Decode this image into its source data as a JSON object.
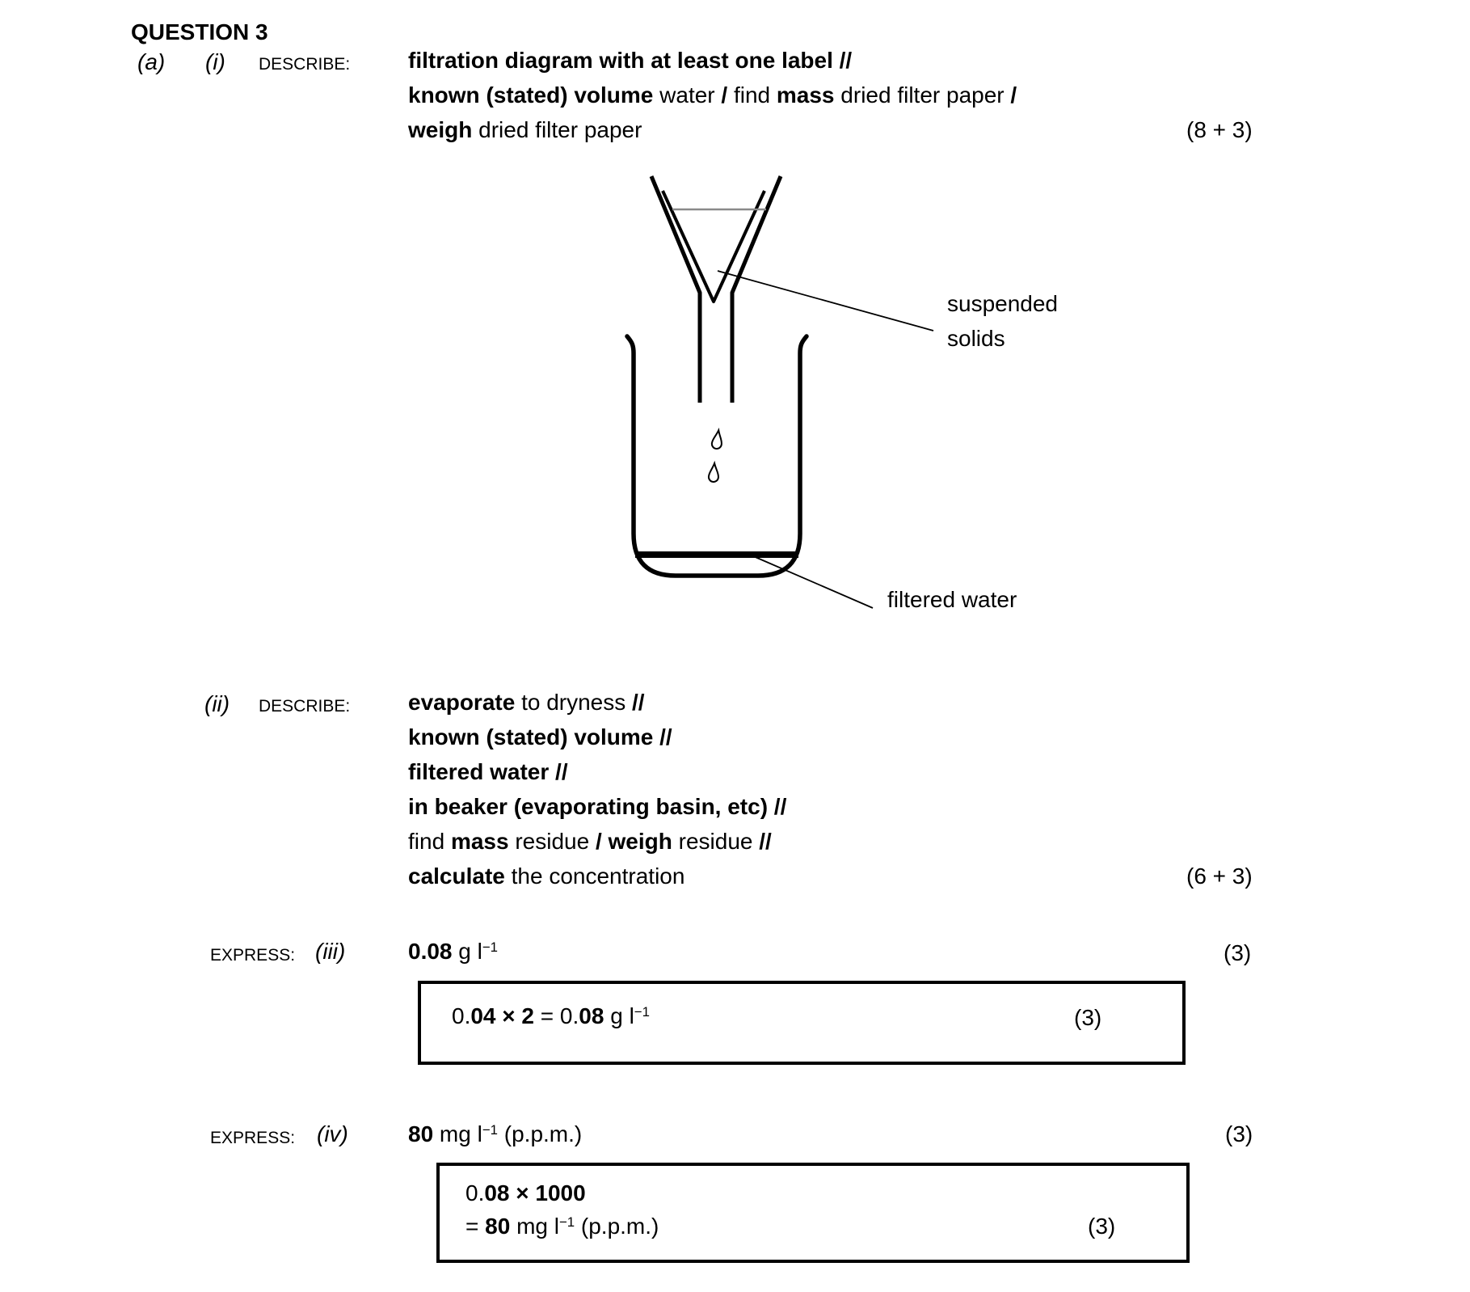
{
  "page": {
    "title": "QUESTION 3"
  },
  "sections": {
    "a_i": {
      "part": "(a)",
      "sub": "(i)",
      "verb": "DESCRIBE:",
      "marks": "(8 + 3)",
      "lines": [
        [
          {
            "t": "filtration diagram with at least one label //",
            "b": true
          }
        ],
        [
          {
            "t": "known (stated) volume",
            "b": true
          },
          {
            "t": " water "
          },
          {
            "t": "/",
            "b": true
          },
          {
            "t": " find "
          },
          {
            "t": "mass",
            "b": true
          },
          {
            "t": " dried filter paper "
          },
          {
            "t": "/",
            "b": true
          }
        ],
        [
          {
            "t": "weigh",
            "b": true
          },
          {
            "t": " dried filter paper"
          }
        ]
      ]
    },
    "a_ii": {
      "sub": "(ii)",
      "verb": "DESCRIBE:",
      "marks": "(6 + 3)",
      "lines": [
        [
          {
            "t": "evaporate",
            "b": true
          },
          {
            "t": " to dryness "
          },
          {
            "t": "//",
            "b": true
          }
        ],
        [
          {
            "t": "known (stated) volume //",
            "b": true
          }
        ],
        [
          {
            "t": "filtered water //",
            "b": true
          }
        ],
        [
          {
            "t": "in beaker (evaporating basin, etc) //",
            "b": true
          }
        ],
        [
          {
            "t": "find "
          },
          {
            "t": "mass",
            "b": true
          },
          {
            "t": " residue "
          },
          {
            "t": "/ weigh",
            "b": true
          },
          {
            "t": " residue "
          },
          {
            "t": "//",
            "b": true
          }
        ],
        [
          {
            "t": "calculate",
            "b": true
          },
          {
            "t": " the concentration"
          }
        ]
      ]
    },
    "a_iii": {
      "verb": "EXPRESS:",
      "sub": "(iii)",
      "marks": "(3)",
      "answer": [
        {
          "t": "0.08",
          "b": true
        },
        {
          "t": " g l"
        },
        {
          "t": "−1",
          "sup": true
        }
      ],
      "box": {
        "marks": "(3)",
        "line1": [
          {
            "t": "0."
          },
          {
            "t": "04",
            "b": true
          },
          {
            "t": " "
          },
          {
            "t": "× 2",
            "b": true
          },
          {
            "t": " = "
          },
          {
            "t": "0."
          },
          {
            "t": "08",
            "b": true
          },
          {
            "t": " g l"
          },
          {
            "t": "−1",
            "sup": true
          }
        ]
      }
    },
    "a_iv": {
      "verb": "EXPRESS:",
      "sub": "(iv)",
      "marks": "(3)",
      "answer": [
        {
          "t": "80",
          "b": true
        },
        {
          "t": " mg l"
        },
        {
          "t": "−1",
          "sup": true
        },
        {
          "t": " (p.p.m.)"
        }
      ],
      "box": {
        "marks": "(3)",
        "line1": [
          {
            "t": "0."
          },
          {
            "t": "08 × 1000",
            "b": true
          }
        ],
        "line2": [
          {
            "t": "= "
          },
          {
            "t": "80",
            "b": true
          },
          {
            "t": " mg l"
          },
          {
            "t": "−1",
            "sup": true
          },
          {
            "t": " (p.p.m.)"
          }
        ]
      }
    }
  },
  "diagram": {
    "labels": {
      "suspended_line1": "suspended",
      "suspended_line2": "solids",
      "filtered": "filtered water"
    }
  }
}
